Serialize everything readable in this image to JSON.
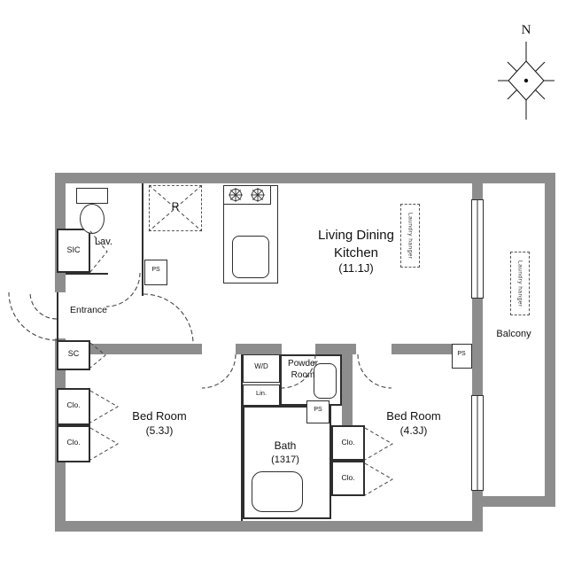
{
  "compass": {
    "north": "N"
  },
  "labels": {
    "lav": "Lav.",
    "fridge": "R",
    "sic": "SIC",
    "entrance": "Entrance",
    "sc": "SC",
    "ldk_line1": "Living Dining",
    "ldk_line2": "Kitchen",
    "ldk_size": "(11.1J)",
    "bedroom1": "Bed Room",
    "bedroom1_size": "(5.3J)",
    "bedroom2": "Bed Room",
    "bedroom2_size": "(4.3J)",
    "bath": "Bath",
    "bath_size": "(1317)",
    "powder_line1": "Powder",
    "powder_line2": "Room",
    "wd": "W/D",
    "linen": "Lin.",
    "closet": "Clo.",
    "ps": "PS",
    "balcony": "Balcony",
    "laundry_hanger": "Laundry hanger"
  },
  "colors": {
    "wall": "#8d8d8d",
    "line": "#2e2e2e"
  }
}
